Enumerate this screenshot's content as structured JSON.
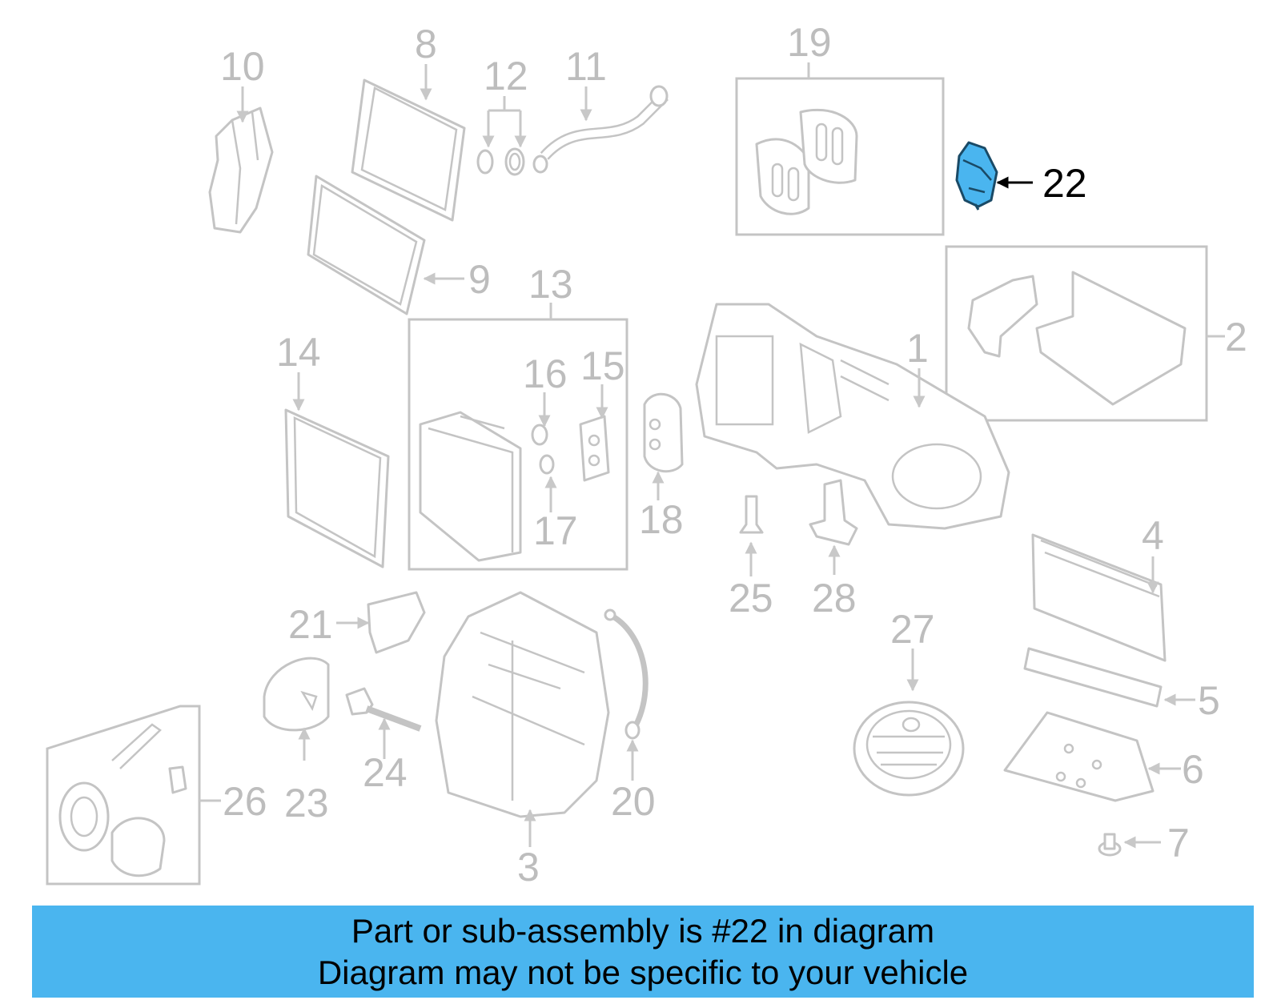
{
  "diagram": {
    "highlight_color": "#4ab5ef",
    "highlighted_part": "22",
    "callouts": [
      "1",
      "2",
      "3",
      "4",
      "5",
      "6",
      "7",
      "8",
      "9",
      "10",
      "11",
      "12",
      "13",
      "14",
      "15",
      "16",
      "17",
      "18",
      "19",
      "20",
      "21",
      "22",
      "23",
      "24",
      "25",
      "26",
      "27",
      "28"
    ]
  },
  "banner": {
    "line1": "Part or sub-assembly is #22 in diagram",
    "line2": "Diagram may not be specific to your vehicle",
    "background": "#4ab5ef"
  }
}
